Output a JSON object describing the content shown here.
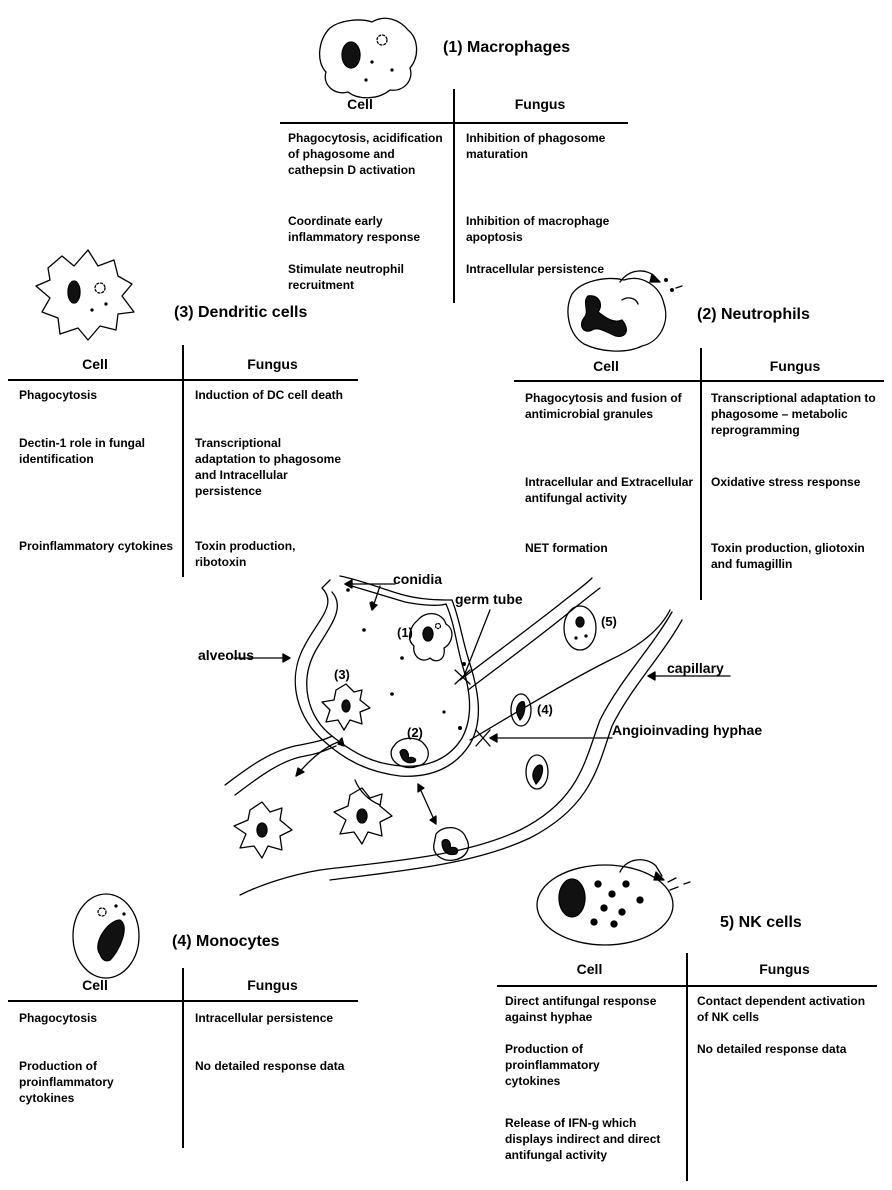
{
  "macrophages": {
    "title": "(1) Macrophages",
    "cell_header": "Cell",
    "fungus_header": "Fungus",
    "rows": [
      {
        "cell": "Phagocytosis, acidification of phagosome and cathepsin D activation",
        "fungus": "Inhibition of phagosome maturation"
      },
      {
        "cell": "Coordinate early inflammatory response",
        "fungus": "Inhibition of macrophage apoptosis"
      },
      {
        "cell": "Stimulate neutrophil recruitment",
        "fungus": "Intracellular persistence"
      }
    ]
  },
  "neutrophils": {
    "title": "(2) Neutrophils",
    "cell_header": "Cell",
    "fungus_header": "Fungus",
    "rows": [
      {
        "cell": "Phagocytosis and fusion of antimicrobial granules",
        "fungus": "Transcriptional adaptation to phagosome – metabolic reprogramming"
      },
      {
        "cell": "Intracellular and Extracellular antifungal activity",
        "fungus": "Oxidative stress response"
      },
      {
        "cell": "NET formation",
        "fungus": "Toxin production, gliotoxin and fumagillin"
      }
    ]
  },
  "dendritic": {
    "title": "(3) Dendritic cells",
    "cell_header": "Cell",
    "fungus_header": "Fungus",
    "rows": [
      {
        "cell": "Phagocytosis",
        "fungus": "Induction of DC cell death"
      },
      {
        "cell": "Dectin-1 role in fungal identification",
        "fungus": "Transcriptional adaptation to phagosome and Intracellular persistence"
      },
      {
        "cell": "Proinflammatory cytokines",
        "fungus": "Toxin production, ribotoxin"
      }
    ]
  },
  "monocytes": {
    "title": "(4) Monocytes",
    "cell_header": "Cell",
    "fungus_header": "Fungus",
    "rows": [
      {
        "cell": "Phagocytosis",
        "fungus": "Intracellular persistence"
      },
      {
        "cell": "Production of proinflammatory cytokines",
        "fungus": "No detailed response data"
      }
    ]
  },
  "nk": {
    "title": "5) NK cells",
    "cell_header": "Cell",
    "fungus_header": "Fungus",
    "rows": [
      {
        "cell": "Direct antifungal response against hyphae",
        "fungus": "Contact dependent activation of NK cells"
      },
      {
        "cell": "Production of proinflammatory cytokines",
        "fungus": "No detailed response data"
      },
      {
        "cell": "Release of IFN-g which displays indirect and direct antifungal activity",
        "fungus": ""
      }
    ]
  },
  "diagram": {
    "conidia": "conidia",
    "germ_tube": "germ tube",
    "alveolus": "alveolus",
    "capillary": "capillary",
    "angio": "Angioinvading hyphae",
    "n1": "(1)",
    "n2": "(2)",
    "n3": "(3)",
    "n4": "(4)",
    "n5": "(5)"
  }
}
